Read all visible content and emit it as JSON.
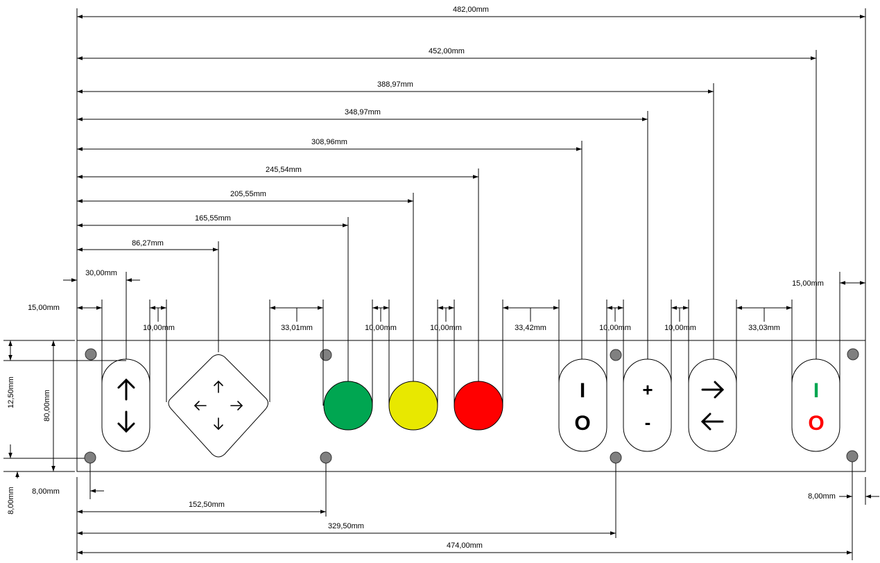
{
  "dimensions": {
    "total_width": "482,00mm",
    "d452": "452,00mm",
    "d388": "388,97mm",
    "d348": "348,97mm",
    "d308": "308,96mm",
    "d245": "245,54mm",
    "d205": "205,55mm",
    "d165": "165,55mm",
    "d86": "86,27mm",
    "d30": "30,00mm",
    "d15_left": "15,00mm",
    "d15_right": "15,00mm",
    "gap_a": "10,00mm",
    "gap_b": "33,01mm",
    "gap_c": "10,00mm",
    "gap_d": "10,00mm",
    "gap_e": "33,42mm",
    "gap_f": "10,00mm",
    "gap_g": "10,00mm",
    "gap_h": "33,03mm",
    "height_total": "80,00mm",
    "height_top": "12,50mm",
    "height_bottom": "8,00mm",
    "hole_left": "8,00mm",
    "hole_right": "8,00mm",
    "hole_152": "152,50mm",
    "hole_329": "329,50mm",
    "hole_474": "474,00mm"
  },
  "buttons": {
    "onoff_i": "I",
    "onoff_o": "O",
    "plus": "+",
    "minus": "-",
    "power_i": "I",
    "power_o": "O"
  },
  "colors": {
    "green_lamp": "#00a651",
    "yellow_lamp": "#e8e800",
    "red_lamp": "#ff0000",
    "power_i": "#00a651",
    "power_o": "#ff0000",
    "hole": "#808080"
  }
}
